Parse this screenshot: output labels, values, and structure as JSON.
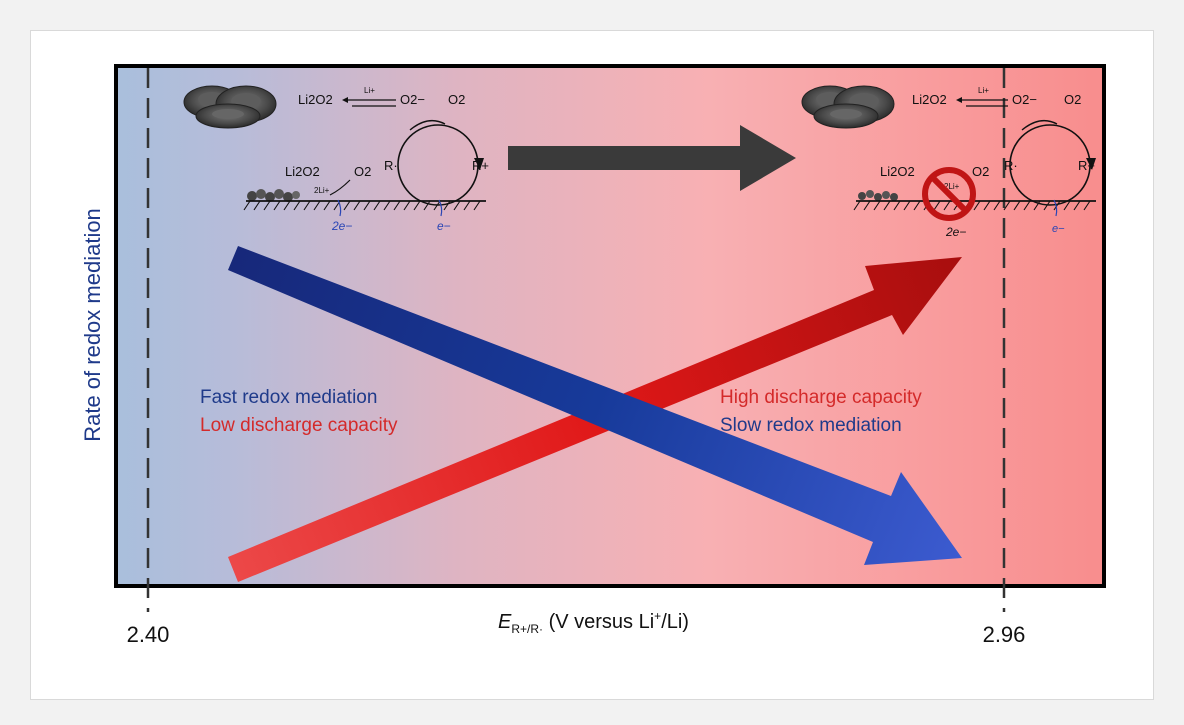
{
  "axis": {
    "y_label": "Rate of redox mediation",
    "x_label_main": "E",
    "x_label_sub": "R+/R·",
    "x_label_rest1": " (V versus Li",
    "x_label_sup": "+",
    "x_label_rest2": "/Li)",
    "tick_left": "2.40",
    "tick_right": "2.96"
  },
  "labels": {
    "fast_redox": "Fast redox mediation",
    "low_capacity": "Low discharge capacity",
    "high_capacity": "High discharge capacity",
    "slow_redox": "Slow redox mediation"
  },
  "left_scheme": {
    "li2o2_top": "Li2O2",
    "li_plus": "Li+",
    "o2_minus": "O2−",
    "o2_top": "O2",
    "r_dot": "R·",
    "r_plus": "R+",
    "li2o2_surface": "Li2O2",
    "o2_surface": "O2",
    "two_li": "2Li+",
    "two_e": "2e−",
    "e": "e−"
  },
  "right_scheme": {
    "li2o2_top": "Li2O2",
    "li_plus": "Li+",
    "o2_minus": "O2−",
    "o2_top": "O2",
    "r_dot": "R·",
    "r_plus": "R+",
    "li2o2_surface": "Li2O2",
    "o2_surface": "O2",
    "two_li": "2Li+",
    "two_e": "2e−",
    "e": "e−"
  },
  "colors": {
    "blue_text": "#1f3a8a",
    "red_text": "#d42a2a",
    "blue_arrow": "#1a2d80",
    "red_arrow": "#c51a1a",
    "bg_left": "#a9bfdc",
    "bg_right": "#f88d8d"
  }
}
